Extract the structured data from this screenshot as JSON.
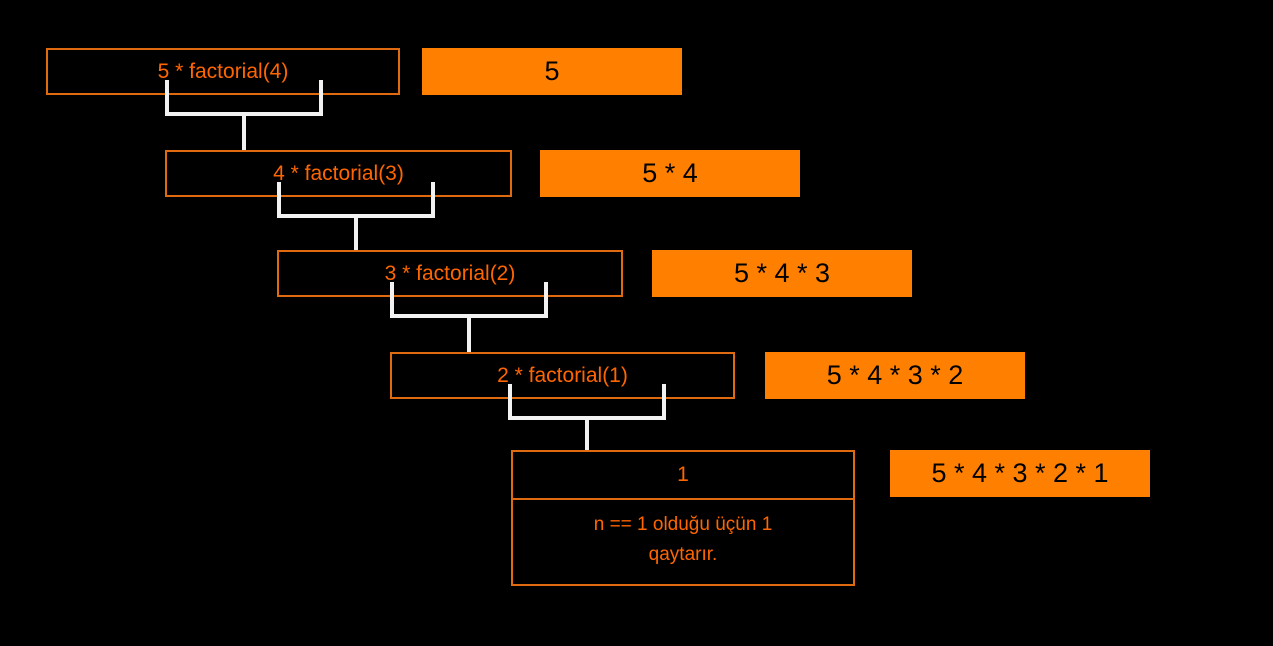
{
  "diagram": {
    "title": "Factorial recursion trace",
    "background_color": "#000000",
    "box_border_color": "#E06A10",
    "box_text_color": "#FF6600",
    "result_fill_color": "#FF8000",
    "result_text_color": "#000000",
    "connector_color": "#F2F2F2"
  },
  "calls": [
    {
      "label": "5 * factorial(4)"
    },
    {
      "label": "4 * factorial(3)"
    },
    {
      "label": "3 * factorial(2)"
    },
    {
      "label": "2 * factorial(1)"
    }
  ],
  "base_case": {
    "value": "1",
    "note_line1": "n == 1 olduğu üçün 1",
    "note_line2": "qaytarır."
  },
  "results": [
    {
      "label": "5"
    },
    {
      "label": "5 * 4"
    },
    {
      "label": "5 * 4 * 3"
    },
    {
      "label": "5 * 4 * 3 * 2"
    },
    {
      "label": "5 * 4 * 3 * 2 * 1"
    }
  ]
}
